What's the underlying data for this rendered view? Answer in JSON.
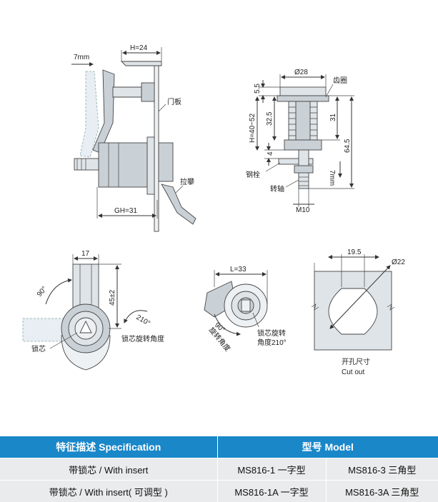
{
  "side_view": {
    "dim_h": "H=24",
    "dim_7mm": "7mm",
    "label_door": "门板",
    "label_handle": "拉攀",
    "dim_gh": "GH=31"
  },
  "section_view": {
    "dim_d28": "Ø28",
    "label_gear": "齿圈",
    "dim_5_5": "5.5",
    "dim_32_5": "32.5",
    "dim_h_range": "H=40~52",
    "dim_31": "31",
    "dim_64_5": "64.5",
    "dim_4": "4",
    "dim_7mm": "7mm",
    "label_pin": "钢栓",
    "label_shaft": "转轴",
    "dim_m10": "M10"
  },
  "front_view": {
    "dim_17": "17",
    "dim_45": "45±2",
    "angle_90": "90°",
    "angle_210": "210°",
    "label_rotation": "锁芯旋转角度",
    "label_core": "锁芯"
  },
  "rear_view": {
    "dim_l": "L=33",
    "angle_90": "90°",
    "label_rotate_angle": "旋转角度",
    "label_core_rotate_1": "锁芯旋转",
    "label_core_rotate_2": "角度210°"
  },
  "cutout_view": {
    "dim_19_5": "19.5",
    "dim_d22": "Ø22",
    "label_cn": "开孔尺寸",
    "label_en": "Cut out"
  },
  "table": {
    "header_spec": "特征描述 Specification",
    "header_model": "型号 Model",
    "rows": [
      {
        "spec": "带锁芯 / With insert",
        "model_a": "MS816-1 一字型",
        "model_b": "MS816-3 三角型"
      },
      {
        "spec": "带锁芯 / With insert( 可调型 )",
        "model_a": "MS816-1A 一字型",
        "model_b": "MS816-3A 三角型"
      }
    ]
  },
  "colors": {
    "header_bg": "#1a87c9",
    "row_bg": "#eaebec"
  }
}
